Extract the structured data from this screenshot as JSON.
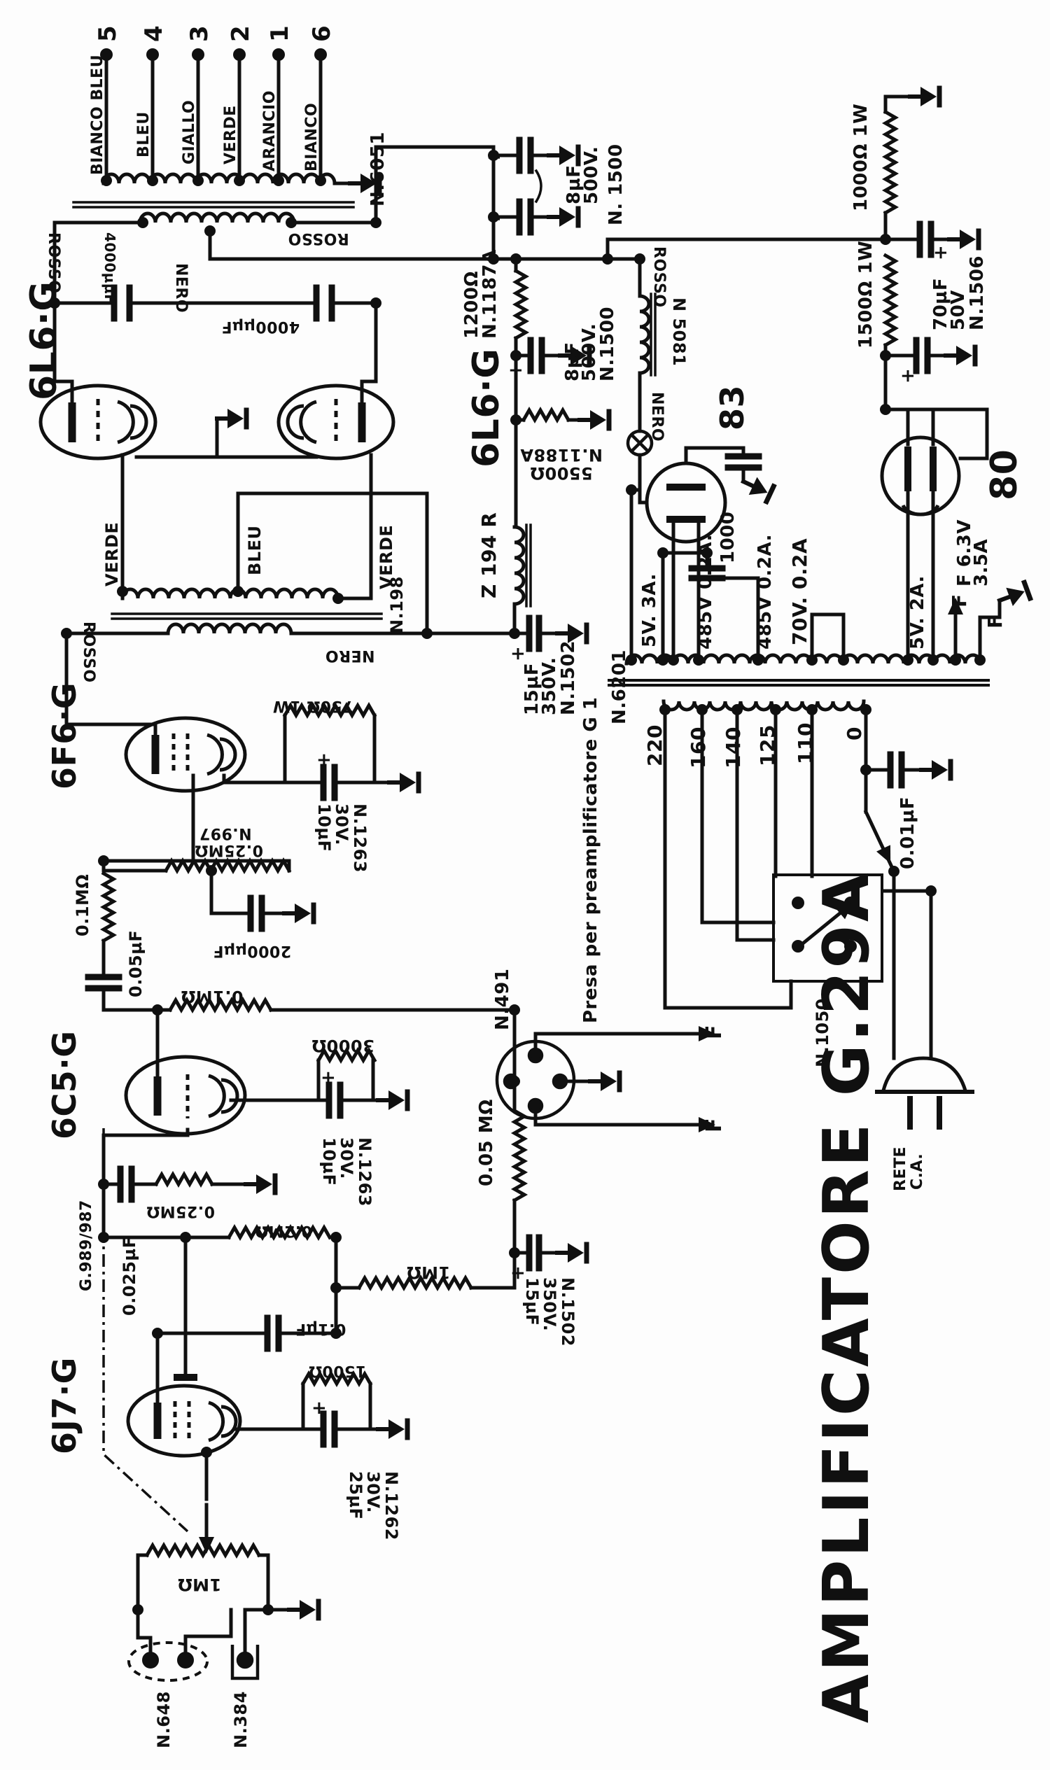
{
  "title": "AMPLIFICATORE  G.29A",
  "symbols": {
    "plus": "+"
  },
  "output_transformer": {
    "part": "N.6051",
    "terminals": [
      "5",
      "4",
      "3",
      "2",
      "1",
      "6"
    ],
    "wire_colors": [
      "BIANCO BLEU",
      "BLEU",
      "GIALLO",
      "VERDE",
      "ARANCIO",
      "BIANCO"
    ],
    "lead_rosso": "ROSSO",
    "lead_nero": "NERO"
  },
  "interstage_transformer": {
    "part": "N.198",
    "lead_verde": "VERDE",
    "lead_bleu": "BLEU",
    "lead_rosso": "ROSSO",
    "lead_nero": "NERO"
  },
  "power_transformer": {
    "part": "N.6201",
    "primary_taps": [
      "220",
      "160",
      "140",
      "125",
      "110",
      "0"
    ],
    "secondary": [
      "5V. 3A.",
      "485V 0.2A.",
      "485V 0.2A.",
      "70V. 0.2A",
      "5V. 2A.",
      "F 6.3V",
      "3.5A"
    ],
    "filament_f": "F"
  },
  "chokes": {
    "z194": "Z 194 R",
    "n5081": "N 5081",
    "n5081_rosso": "ROSSO",
    "n5081_nero": "NERO"
  },
  "tubes": {
    "out_left": "6L6·G",
    "out_right": "6L6·G",
    "driver": "6F6·G",
    "pre2": "6C5·G",
    "pre1": "6J7·G",
    "rect_main": "83",
    "rect_aux": "80"
  },
  "components": {
    "c4000": "4000µµF",
    "r1200": "1200Ω",
    "r1200_no": "N.1187A",
    "c8_dual": [
      "8µF",
      "500V.",
      "N. 1500"
    ],
    "c8_single": [
      "8µF",
      "500V.",
      "N.1500"
    ],
    "r5500": "5500Ω",
    "r5500_no": "N.1188A",
    "c15": [
      "15µF",
      "350V.",
      "N.1502"
    ],
    "r750": "750Ω 1W",
    "c10": [
      "10µF",
      "30V.",
      "N.1263"
    ],
    "r025_div": "0.25MΩ",
    "r025_div_no": "N.997",
    "r01": "0.1MΩ",
    "c005": "0.05µF",
    "c2000": "2000µµF",
    "r3000": "3000Ω",
    "r005m": "0.05 MΩ",
    "r025_grid": "0.25MΩ",
    "r02": "0.2MΩ",
    "c0025": "0.025µF",
    "r1m": "1MΩ",
    "c01": "0.1µF",
    "r1500": "1500Ω",
    "c25": [
      "25µF",
      "30V.",
      "N.1262"
    ],
    "c1000": "1000",
    "r1000w": "1000Ω 1W",
    "r1500w": "1500Ω 1W",
    "c70": [
      "70µF",
      "50V",
      "N.1506"
    ],
    "c001": "0.01µF"
  },
  "connectors": {
    "preamp_socket": "N.491",
    "preamp_note": "Presa per preamplificatore G 1",
    "filament": "F",
    "input_jack_a": "N.648",
    "input_jack_b": "N.384",
    "selector": "N.1050",
    "mains": [
      "RETE",
      "C.A."
    ],
    "shield": "G.989/987"
  }
}
